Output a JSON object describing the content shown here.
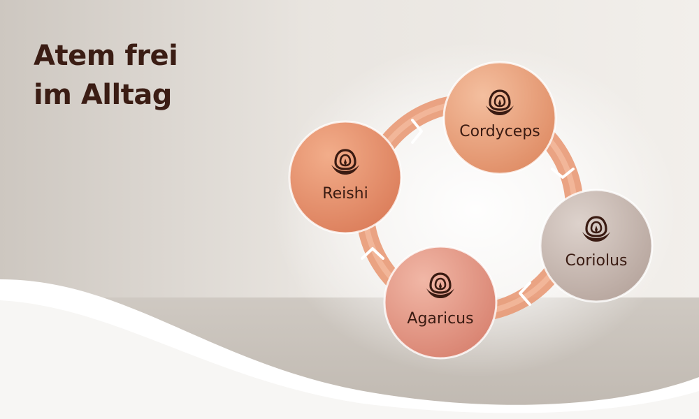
{
  "headline": {
    "line1": "Atem frei",
    "line2": "im Alltag"
  },
  "icon": "mushroom-logo-icon",
  "nodes": [
    {
      "label": "Cordyceps",
      "color": "#eca07e"
    },
    {
      "label": "Coriolus",
      "color": "#cbbbb3"
    },
    {
      "label": "Agaricus",
      "color": "#e69a88"
    },
    {
      "label": "Reishi",
      "color": "#e8906c"
    }
  ],
  "colors": {
    "text": "#3b1d14",
    "ring": "#e8946f",
    "background": "#ece8e3"
  }
}
